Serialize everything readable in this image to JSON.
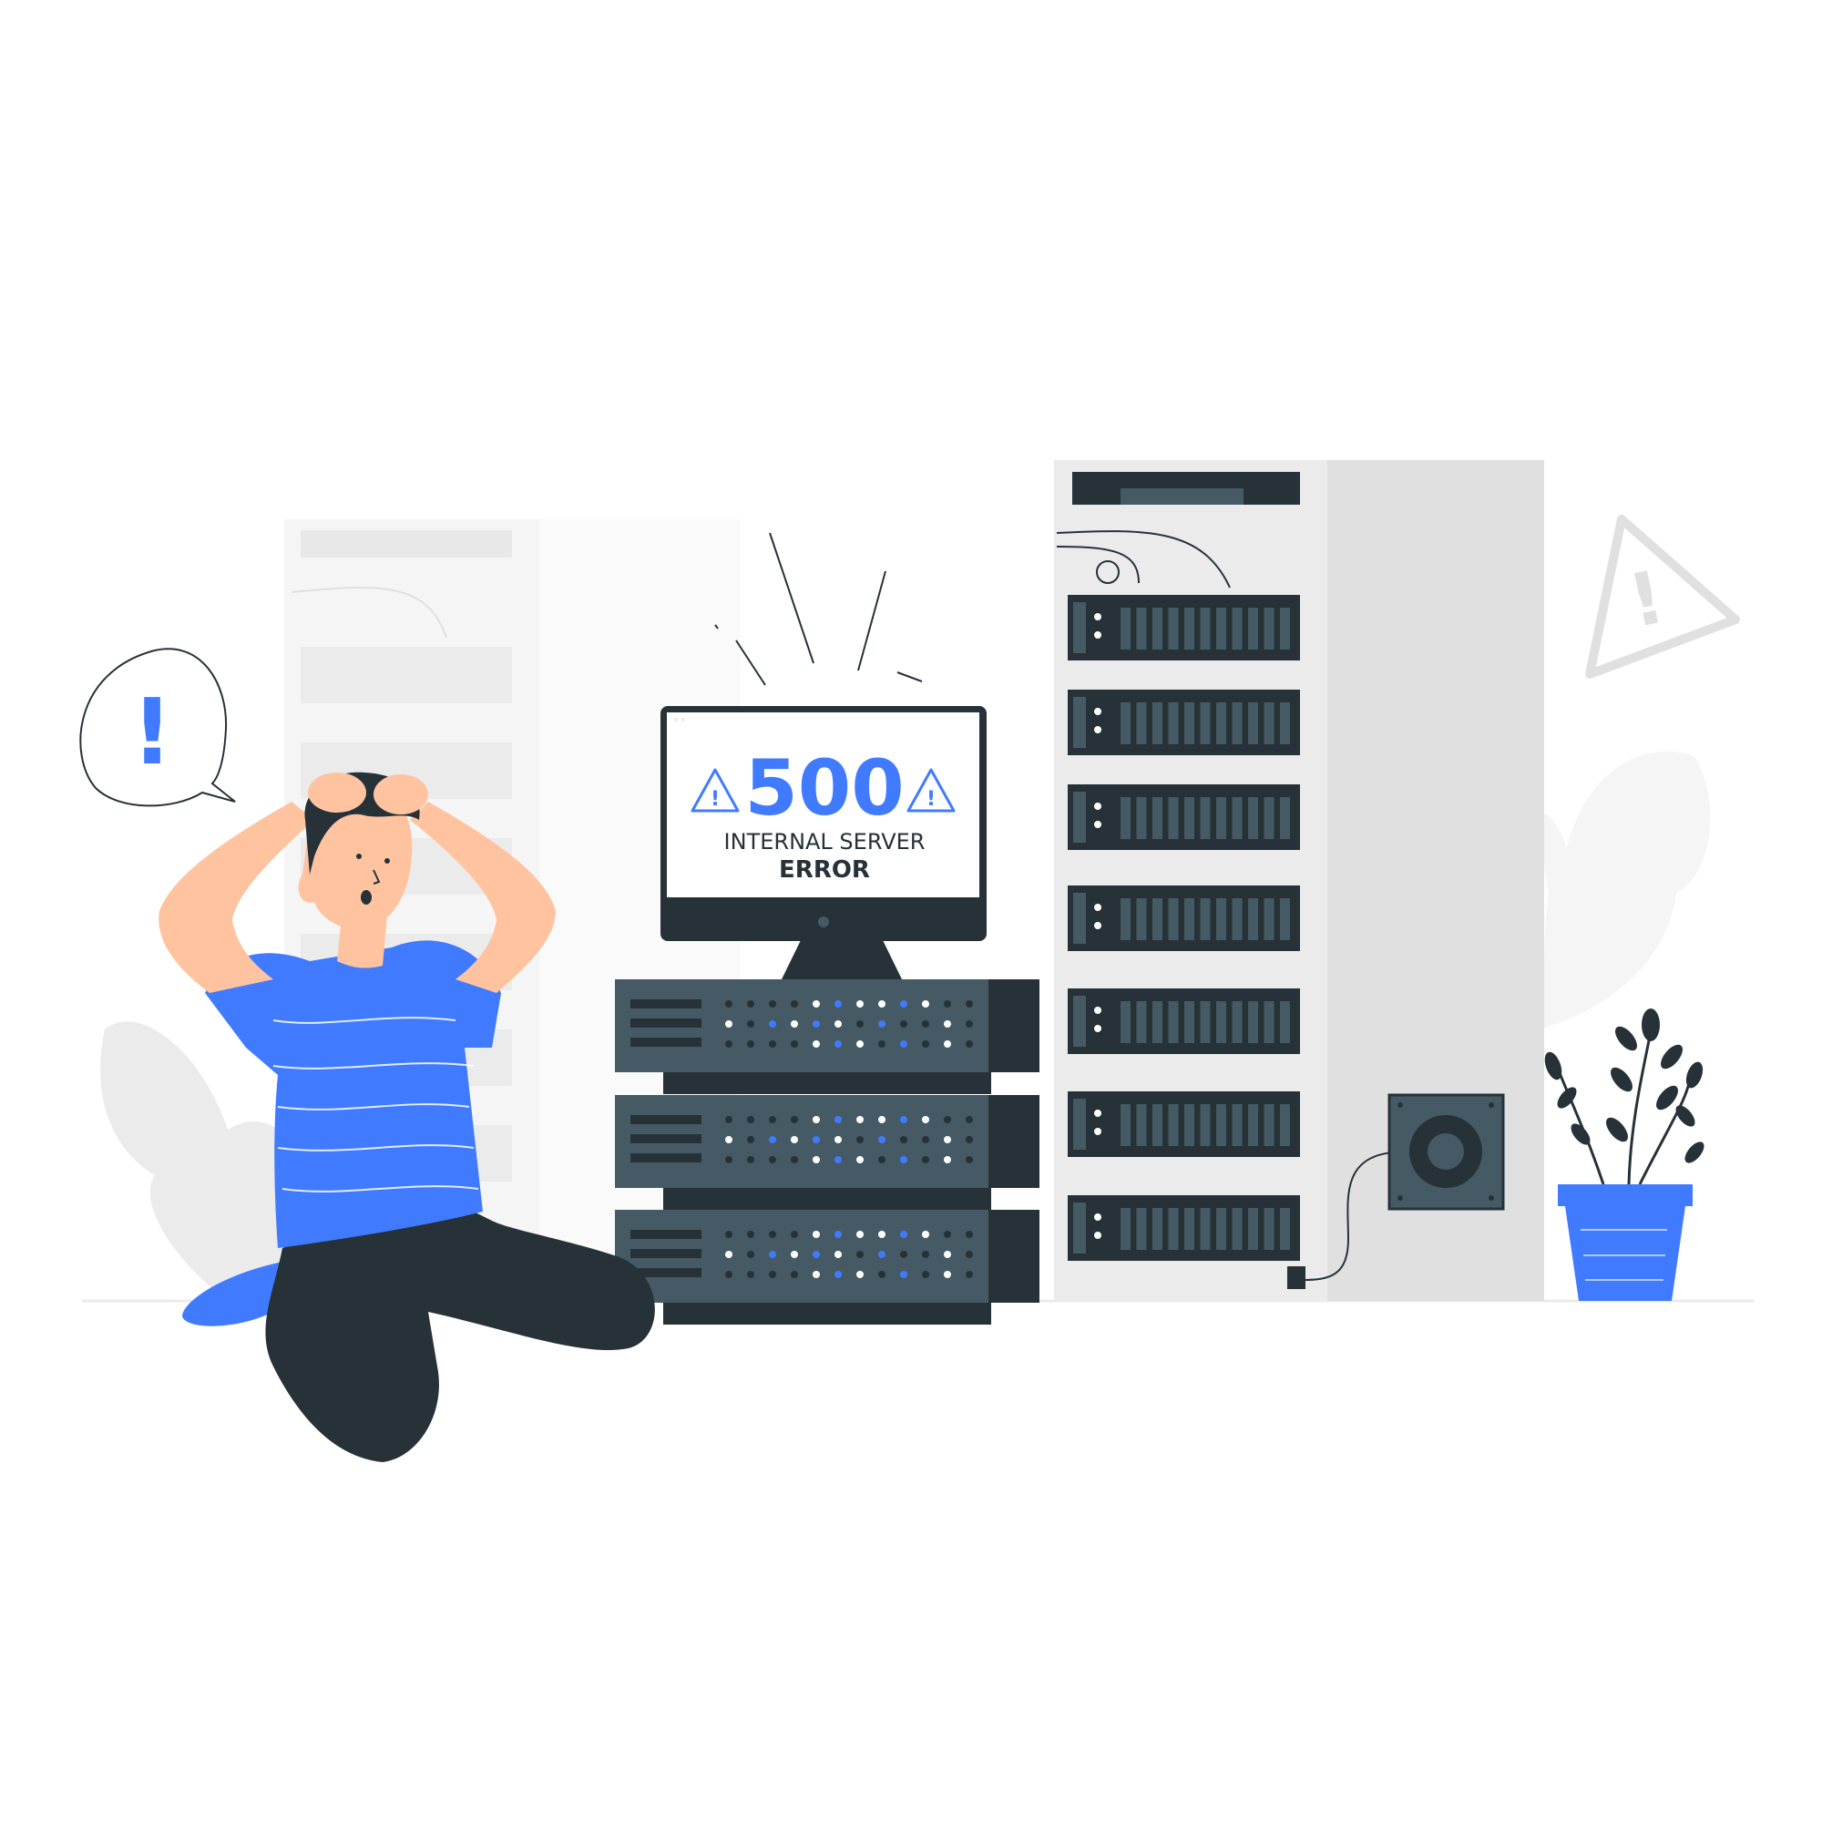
{
  "screen": {
    "code": "500",
    "line1": "INTERNAL SERVER",
    "line2": "ERROR"
  },
  "speech_bubble": {
    "symbol": "!"
  },
  "warning_sign": {
    "symbol": "!"
  },
  "colors": {
    "accent": "#407BFF",
    "dark": "#263238",
    "rack_front": "#455A64",
    "rack_light": "#EBEBEB",
    "rack_shadow": "#E0E0E0",
    "skin": "#FFC3A0",
    "ghost": "#F5F5F5"
  },
  "icons": [
    "exclamation-speech-bubble-icon",
    "warning-triangle-icon",
    "screen-warning-icon",
    "power-socket-icon",
    "plant-icon",
    "leaf-icon"
  ]
}
